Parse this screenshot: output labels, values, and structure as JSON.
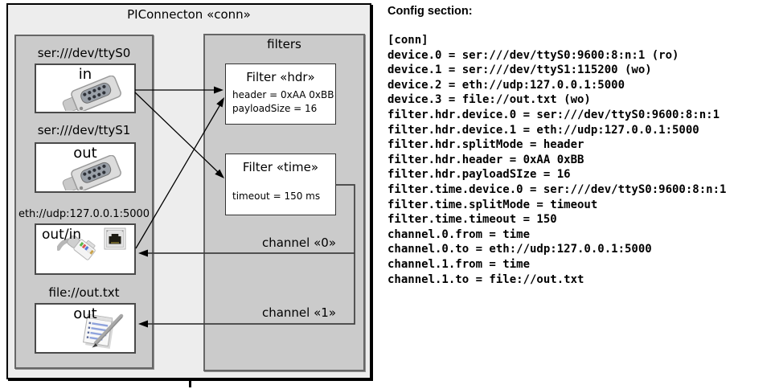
{
  "diagram": {
    "title": "PIConnecton «conn»",
    "filters_panel_title": "filters",
    "devices": [
      {
        "label": "ser:///dev/ttyS0",
        "port": "in",
        "icon": "serial-connector-icon"
      },
      {
        "label": "ser:///dev/ttyS1",
        "port": "out",
        "icon": "serial-connector-icon"
      },
      {
        "label": "eth://udp:127.0.0.1:5000",
        "port": "out/in",
        "icon": "ethernet-connector-icon"
      },
      {
        "label": "file://out.txt",
        "port": "out",
        "icon": "notepad-pen-icon"
      }
    ],
    "filters": [
      {
        "title": "Filter «hdr»",
        "attributes": [
          "header = 0xAA 0xBB",
          "payloadSize = 16"
        ]
      },
      {
        "title": "Filter «time»",
        "attributes": [
          "timeout = 150 ms"
        ]
      }
    ],
    "channels": [
      {
        "label": "channel «0»"
      },
      {
        "label": "channel «1»"
      }
    ],
    "colors": {
      "outer_bg": "#ededed",
      "panel_bg": "#cbcbcb",
      "box_bg": "#ffffff",
      "arrow": "#000000"
    }
  },
  "config": {
    "title": "Config section:",
    "lines": [
      "[conn]",
      "device.0 = ser:///dev/ttyS0:9600:8:n:1 (ro)",
      "device.1 = ser:///dev/ttyS1:115200 (wo)",
      "device.2 = eth://udp:127.0.0.1:5000",
      "device.3 = file://out.txt (wo)",
      "filter.hdr.device.0 = ser:///dev/ttyS0:9600:8:n:1",
      "filter.hdr.device.1 = eth://udp:127.0.0.1:5000",
      "filter.hdr.splitMode = header",
      "filter.hdr.header = 0xAA 0xBB",
      "filter.hdr.payloadSIze = 16",
      "filter.time.device.0 = ser:///dev/ttyS0:9600:8:n:1",
      "filter.time.splitMode = timeout",
      "filter.time.timeout = 150",
      "channel.0.from = time",
      "channel.0.to = eth://udp:127.0.0.1:5000",
      "channel.1.from = time",
      "channel.1.to = file://out.txt"
    ]
  }
}
